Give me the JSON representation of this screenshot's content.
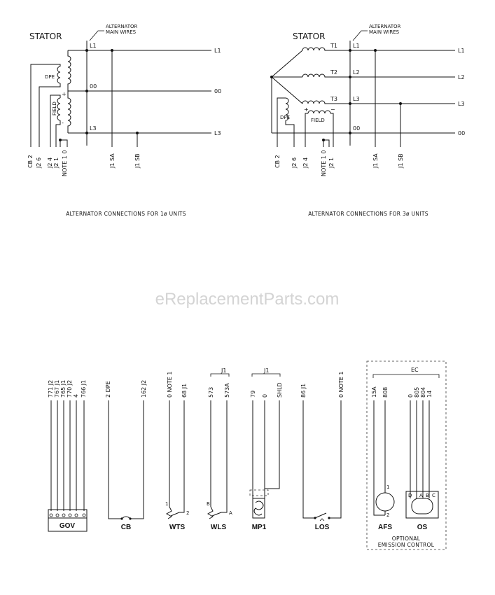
{
  "watermark": "eReplacementParts.com",
  "single_phase": {
    "title": "STATOR",
    "main_wires": [
      "ALTERNATOR",
      "MAIN WIRES"
    ],
    "line_labels": [
      "L1",
      "00",
      "L3"
    ],
    "line_end_labels": [
      "L1",
      "00",
      "L3"
    ],
    "dpe": "DPE",
    "field": "FIELD",
    "plus": "+",
    "minus": "-",
    "bottom_labels": [
      "CB 2",
      "J2 6",
      "J2 4",
      "J2 1",
      "NOTE 1 0",
      "J1 SA",
      "J1 SB"
    ],
    "caption": "ALTERNATOR CONNECTIONS FOR 1ø UNITS"
  },
  "three_phase": {
    "title": "STATOR",
    "main_wires": [
      "ALTERNATOR",
      "MAIN WIRES"
    ],
    "coil_labels": [
      "T1",
      "T2",
      "T3"
    ],
    "line_labels": [
      "L1",
      "L2",
      "L3",
      "00"
    ],
    "line_end_labels": [
      "L1",
      "L2",
      "L3",
      "00"
    ],
    "dpe": "DPE",
    "field": "FIELD",
    "plus": "+",
    "minus": "−",
    "bottom_labels": [
      "CB 2",
      "J2 6",
      "J2 4",
      "NOTE 1 0",
      "J2 1",
      "J1 SA",
      "J1 SB"
    ],
    "caption": "ALTERNATOR CONNECTIONS FOR 3ø UNITS"
  },
  "components": {
    "gov": {
      "name": "GOV",
      "wires": [
        "771 J2",
        "767 J1",
        "765 J1",
        "770 J2",
        "4",
        "766 J1"
      ]
    },
    "cb": {
      "name": "CB",
      "wires": [
        "2 DPE",
        "162 J2"
      ]
    },
    "wts": {
      "name": "WTS",
      "wires": [
        "0 NOTE 1",
        "68 J1"
      ],
      "pins": [
        "1",
        "2"
      ]
    },
    "wls": {
      "name": "WLS",
      "group": "J1",
      "wires": [
        "573",
        "573A"
      ],
      "pins": [
        "B",
        "A"
      ]
    },
    "mp1": {
      "name": "MP1",
      "group": "J1",
      "wires": [
        "79",
        "0",
        "SHLD"
      ]
    },
    "los": {
      "name": "LOS",
      "wires": [
        "86 J1",
        "0 NOTE 1"
      ]
    },
    "ec": {
      "group": "EC",
      "afs": {
        "name": "AFS",
        "wires": [
          "15A",
          "808"
        ],
        "pins": [
          "1",
          "2"
        ]
      },
      "os": {
        "name": "OS",
        "wires": [
          "0",
          "805",
          "804",
          "14"
        ],
        "pins": [
          "D",
          "A",
          "B",
          "C"
        ]
      },
      "caption": [
        "OPTIONAL",
        "EMISSION CONTROL"
      ]
    }
  }
}
